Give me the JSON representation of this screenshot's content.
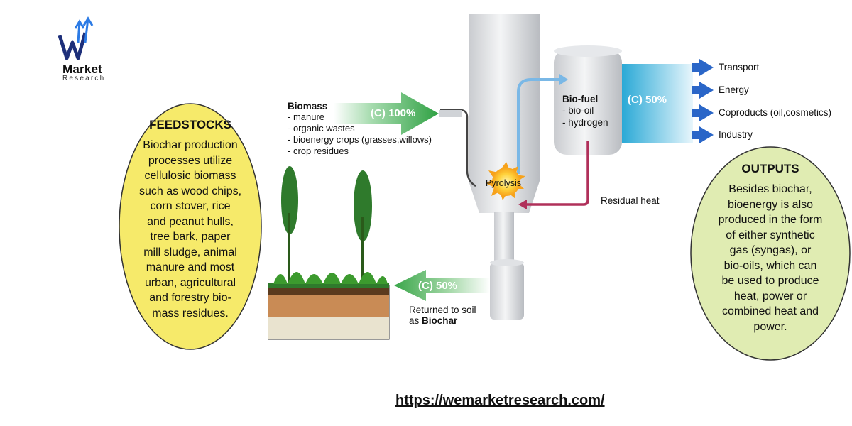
{
  "logo": {
    "word": "Market",
    "sub": "Research"
  },
  "feedstocks": {
    "title": "FEEDSTOCKS",
    "lines": [
      "Biochar production",
      "processes utilize",
      "cellulosic biomass",
      "such as wood chips,",
      "corn stover, rice",
      "and peanut hulls,",
      "tree bark, paper",
      "mill sludge, animal",
      "manure and most",
      "urban, agricultural",
      "and forestry bio-",
      "mass residues."
    ]
  },
  "biomass": {
    "title": "Biomass",
    "items": [
      "- manure",
      "- organic wastes",
      "- bioenergy crops (grasses,willows)",
      "- crop residues"
    ]
  },
  "arrows": {
    "input": "(C) 100%",
    "output": "(C) 50%",
    "soil": "(C) 50%"
  },
  "pyrolysis": "Pyrolysis",
  "biofuel": {
    "title": "Bio-fuel",
    "items": [
      "- bio-oil",
      "- hydrogen"
    ]
  },
  "residual_heat": "Residual heat",
  "uses": [
    "Transport",
    "Energy",
    "Coproducts (oil,cosmetics)",
    "Industry"
  ],
  "soil": {
    "line1": "Returned to soil",
    "line2_prefix": "as ",
    "line2_bold": "Biochar"
  },
  "outputs": {
    "title": "OUTPUTS",
    "lines": [
      "Besides biochar,",
      "bioenergy is also",
      "produced in the form",
      "of either synthetic",
      "gas (syngas), or",
      "bio-oils,  which can",
      "be used to produce",
      "heat, power or",
      "combined heat and",
      "power."
    ]
  },
  "url": "https://wemarketresearch.com/",
  "colors": {
    "feedstocks_fill": "#f6ea6a",
    "outputs_fill": "#e0ecb2",
    "green_arrow": "#3aa64a",
    "blue_arrow": "#2f6fd0",
    "heat_arrow": "#b0305a",
    "vapour_arrow": "#7ab8e6"
  }
}
